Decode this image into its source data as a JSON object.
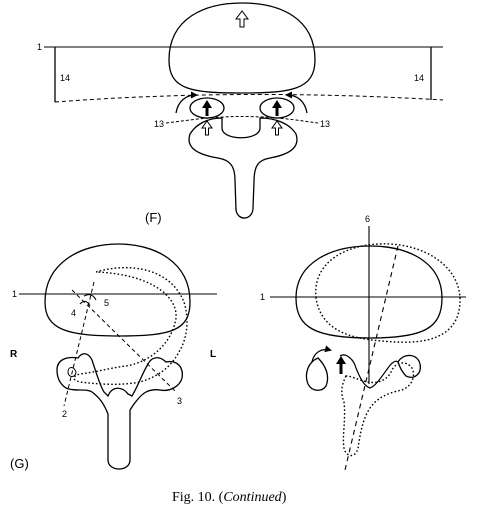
{
  "panel_f": {
    "panel_label": "(F)",
    "callouts": {
      "c1": "1",
      "c14_left": "14",
      "c14_right": "14",
      "c13_left": "13",
      "c13_right": "13"
    }
  },
  "panel_g": {
    "panel_label": "(G)",
    "side_left": "R",
    "side_right": "L",
    "left_callouts": {
      "c1": "1",
      "c2": "2",
      "c3": "3",
      "c4": "4",
      "c5": "5"
    },
    "right_callouts": {
      "c1": "1",
      "c6": "6"
    }
  },
  "caption": {
    "prefix": "Fig. 10. (",
    "emphasis": "Continued",
    "suffix": ")"
  }
}
